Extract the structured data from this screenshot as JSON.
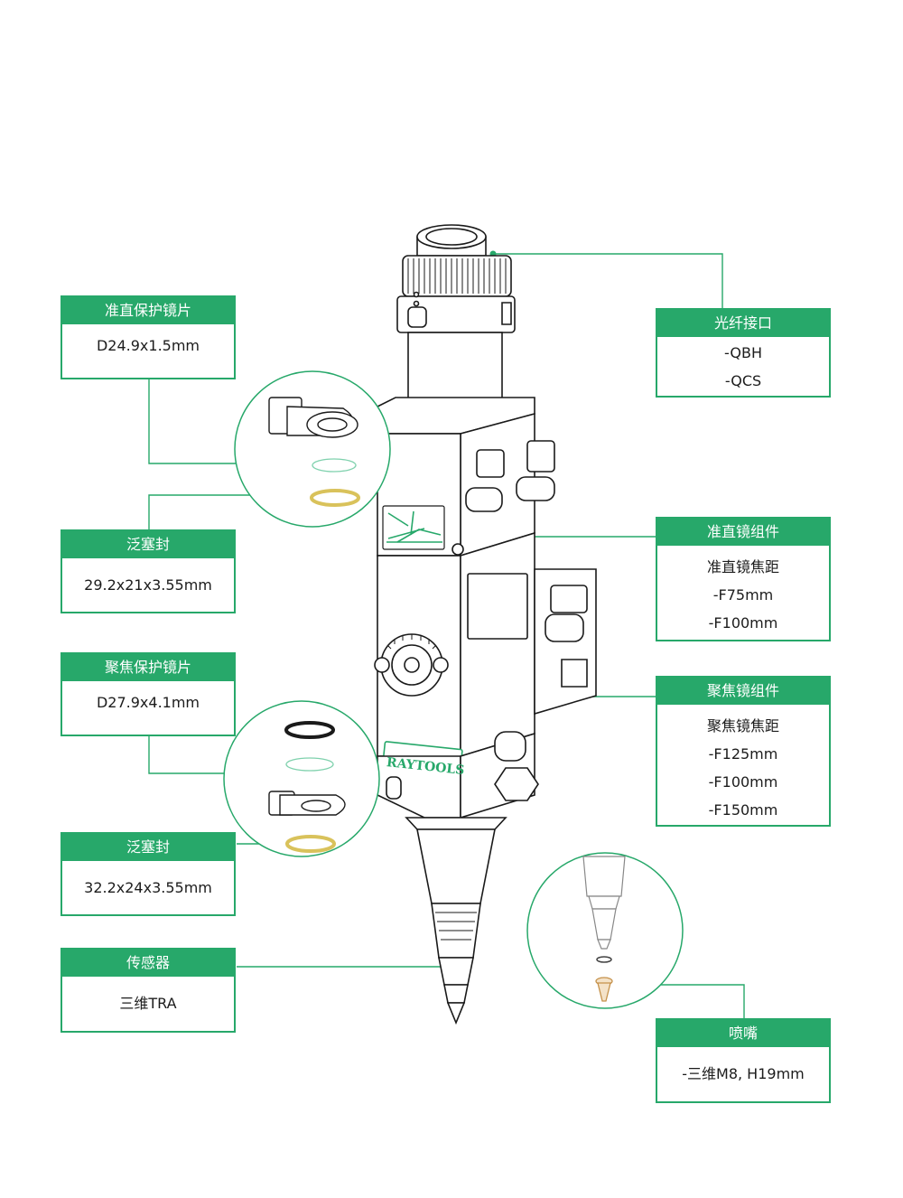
{
  "brand": {
    "logo_text": "RAYTOOLS"
  },
  "colors": {
    "accent": "#27a86a",
    "line": "#1a1a1a",
    "seal": "#d9c25b"
  },
  "callouts": {
    "collimating_protective_lens": {
      "title": "准直保护镜片",
      "specs": [
        "D24.9x1.5mm"
      ]
    },
    "seal_upper": {
      "title": "泛塞封",
      "specs": [
        "29.2x21x3.55mm"
      ]
    },
    "focusing_protective_lens": {
      "title": "聚焦保护镜片",
      "specs": [
        "D27.9x4.1mm"
      ]
    },
    "seal_lower": {
      "title": "泛塞封",
      "specs": [
        "32.2x24x3.55mm"
      ]
    },
    "sensor": {
      "title": "传感器",
      "specs": [
        "三维TRA"
      ]
    },
    "fiber_connector": {
      "title": "光纤接口",
      "specs": [
        "-QBH",
        "-QCS"
      ]
    },
    "collimating_lens_assembly": {
      "title": "准直镜组件",
      "specs": [
        "准直镜焦距",
        "-F75mm",
        "-F100mm"
      ]
    },
    "focusing_lens_assembly": {
      "title": "聚焦镜组件",
      "specs": [
        "聚焦镜焦距",
        "-F125mm",
        "-F100mm",
        "-F150mm"
      ]
    },
    "nozzle": {
      "title": "喷嘴",
      "specs": [
        "-三维M8, H19mm"
      ]
    }
  }
}
